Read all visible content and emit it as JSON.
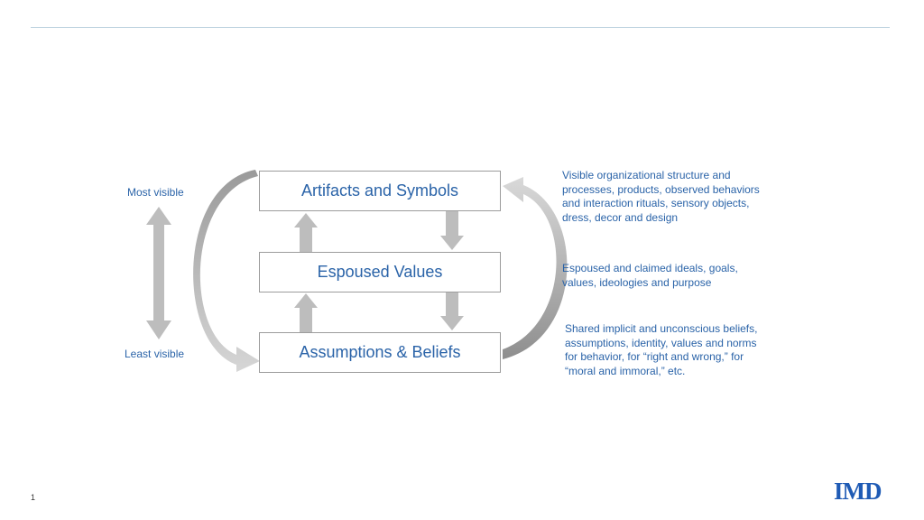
{
  "boxes": {
    "artifacts": "Artifacts and Symbols",
    "values": "Espoused Values",
    "assumptions": "Assumptions & Beliefs"
  },
  "visibility": {
    "most": "Most visible",
    "least": "Least visible"
  },
  "descriptions": {
    "artifacts": "Visible organizational structure and\nprocesses, products, observed behaviors\nand  interaction rituals, sensory objects,\ndress, decor and design",
    "values": "Espoused and claimed ideals, goals,\nvalues, ideologies and purpose",
    "assumptions": "Shared implicit and unconscious beliefs,\nassumptions, identity, values and norms\nfor behavior, for “right and wrong,” for\n“moral and immoral,” etc."
  },
  "page_number": "1",
  "logo": "IMD",
  "colors": {
    "text": "#2a63a8",
    "arrow": "#bdbdbd",
    "box_border": "#9c9c9c",
    "rule": "#bfd3e0"
  }
}
